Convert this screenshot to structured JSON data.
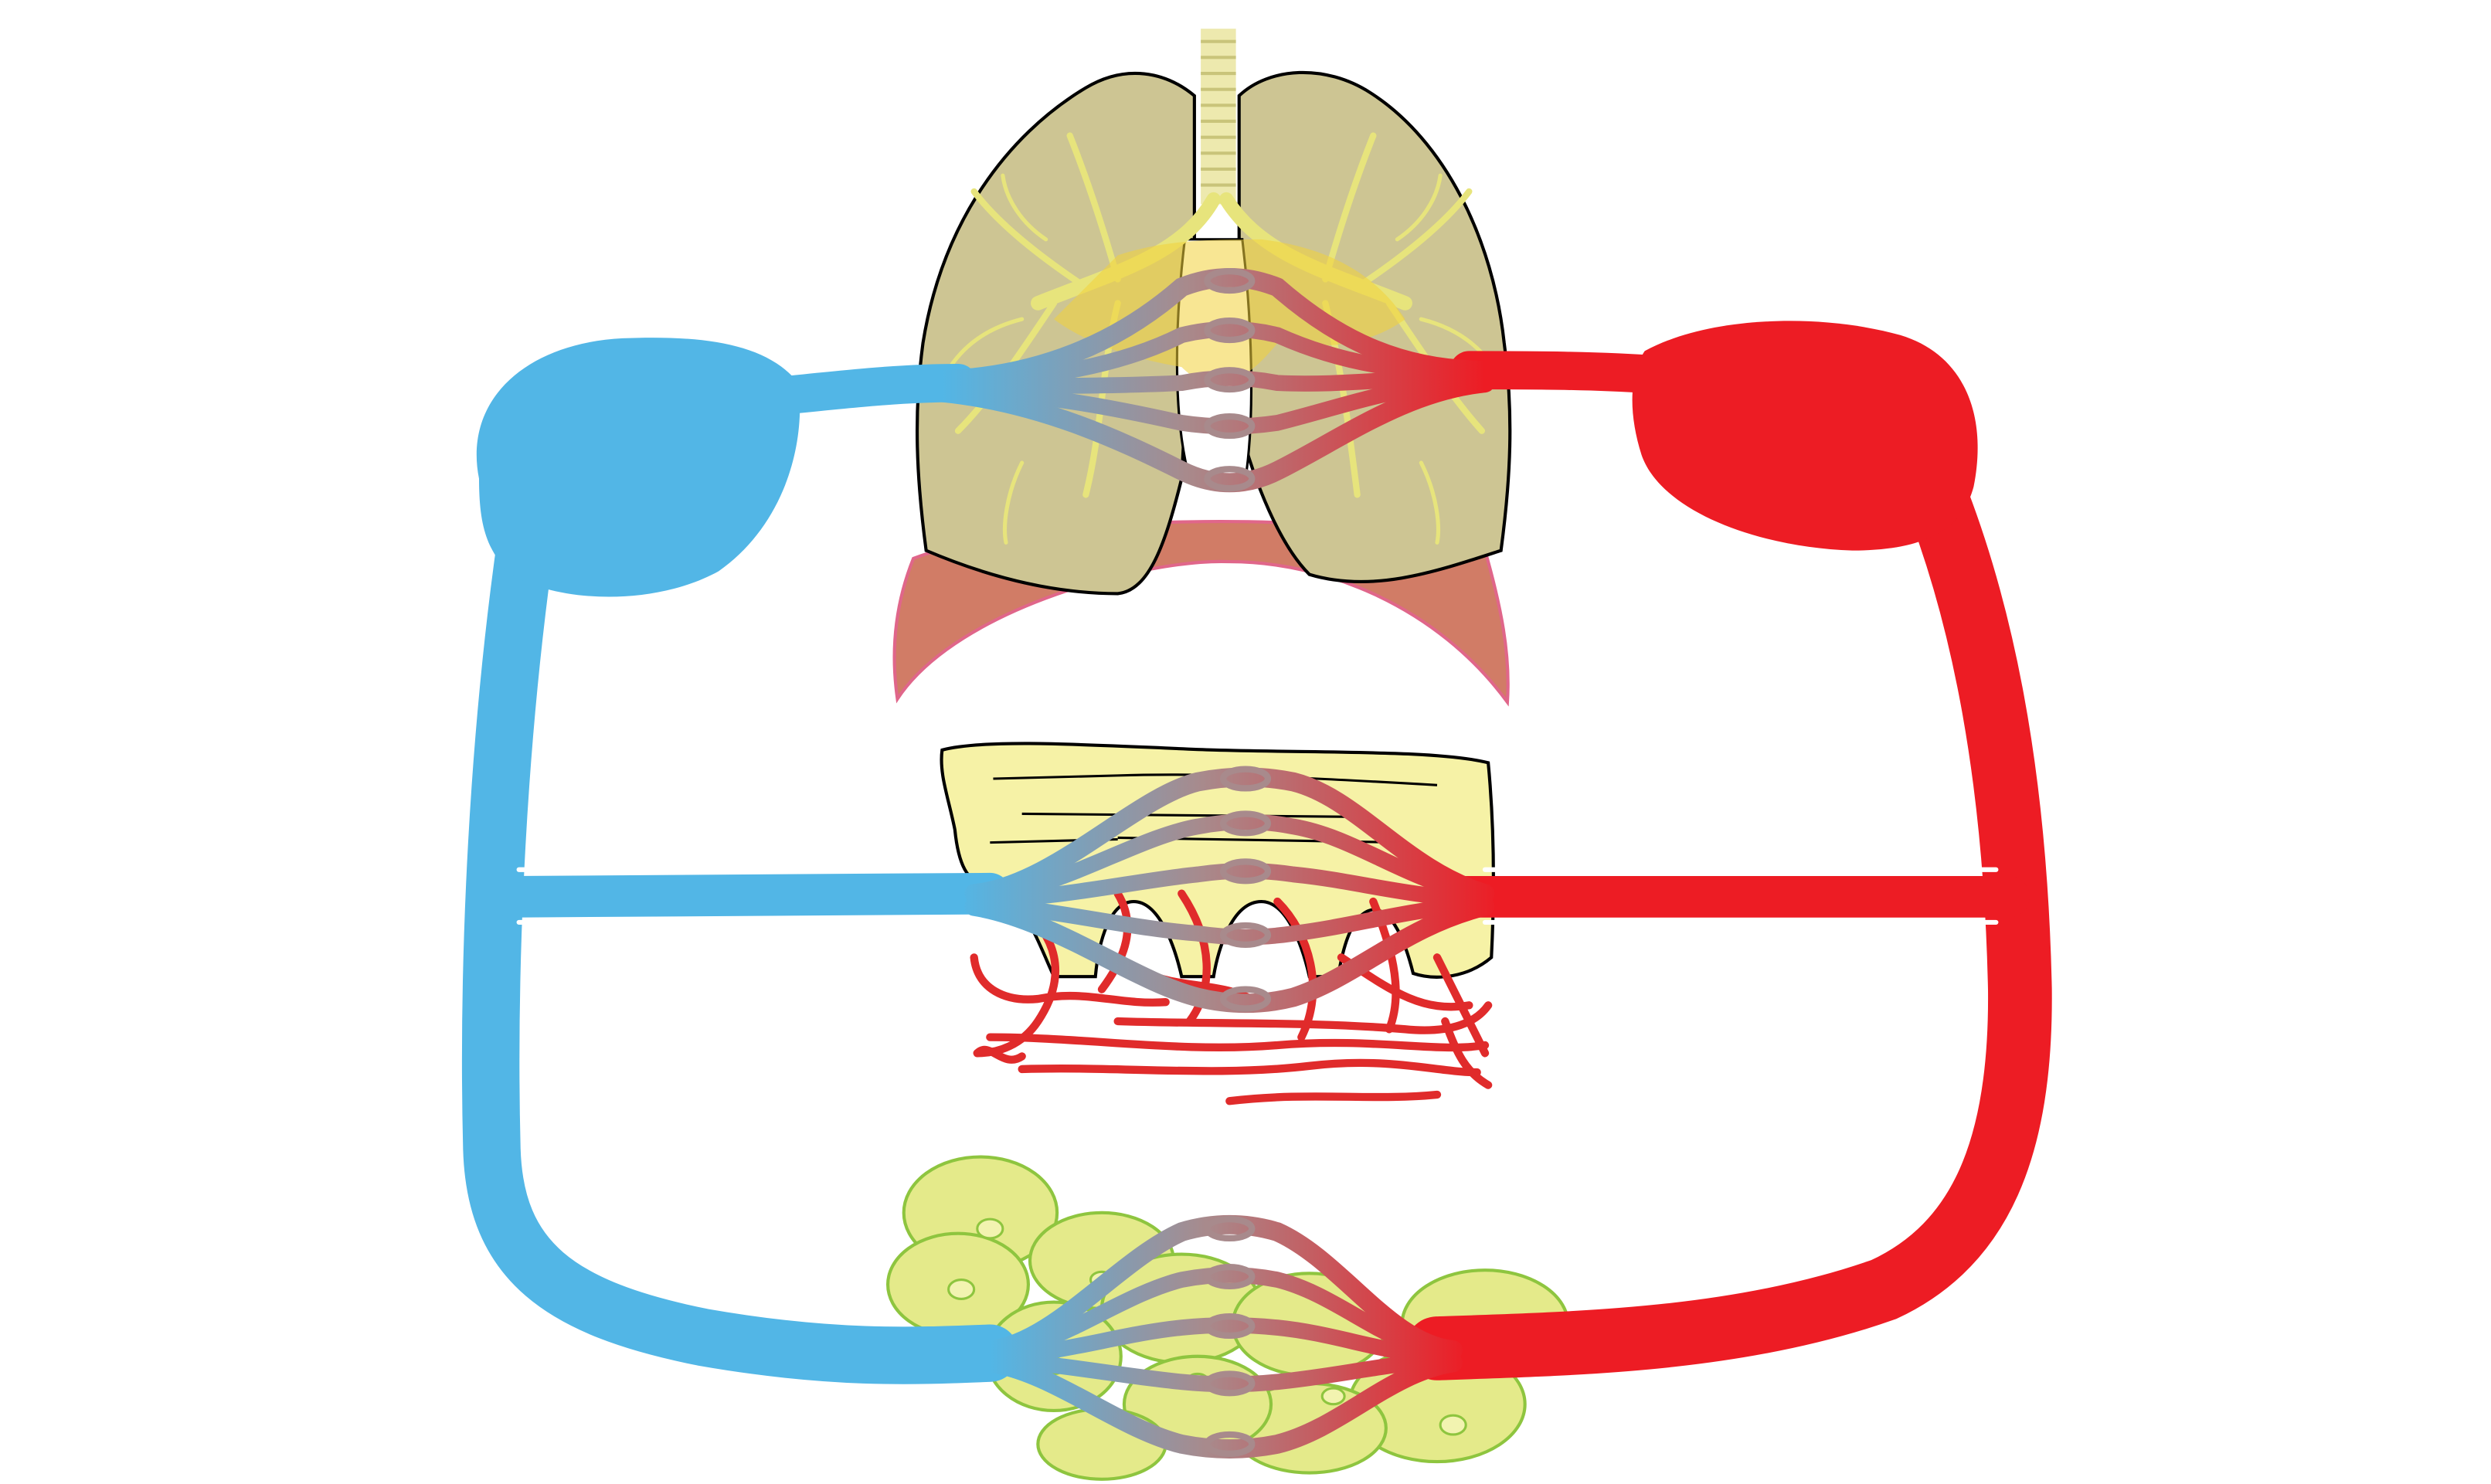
{
  "diagram": {
    "type": "circulatory-system-schematic",
    "labels": [],
    "organs": [
      {
        "name": "lungs"
      },
      {
        "name": "intestine"
      },
      {
        "name": "body-tissue-cells"
      }
    ],
    "chambers": [
      {
        "name": "right-heart",
        "side": "left"
      },
      {
        "name": "left-heart",
        "side": "right"
      }
    ],
    "capillary_beds": [
      "pulmonary",
      "intestinal",
      "systemic"
    ]
  },
  "colors": {
    "deoxygenated_blood": "#52b6e6",
    "oxygenated_blood": "#ed1c24",
    "capillary_mid": "#a88a8c",
    "lung_fill": "#cdc593",
    "lung_outline": "#000000",
    "bronchi": "#e7e47c",
    "trachea": "#ede9ae",
    "diaphragm": "#d17c66",
    "diaphragm_edge": "#e0668a",
    "intestine_fill": "#f6f2a6",
    "villi_vessels": "#e02b2b",
    "tissue_cell_fill": "#e4ea8a",
    "tissue_cell_edge": "#8ec53f",
    "background": "#ffffff"
  }
}
